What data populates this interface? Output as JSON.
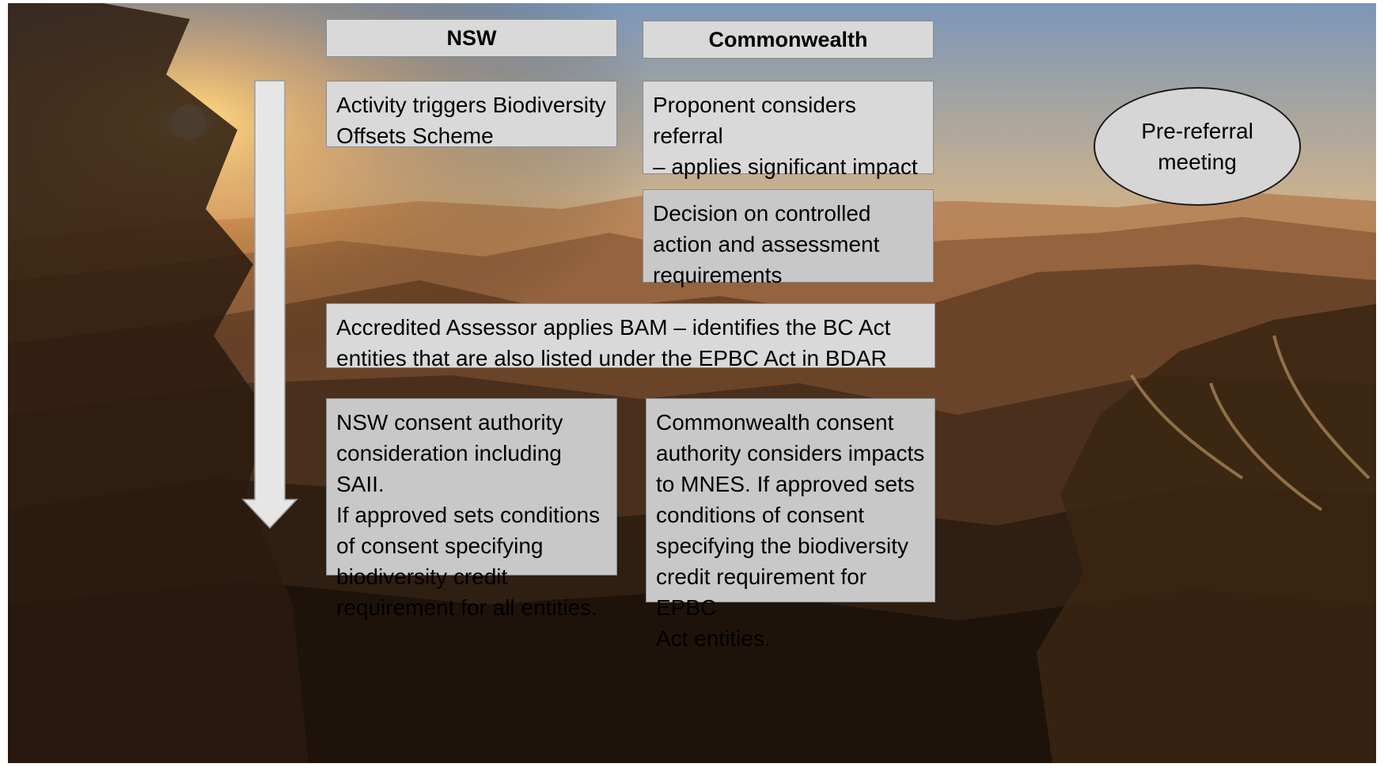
{
  "headers": {
    "nsw": "NSW",
    "commonwealth": "Commonwealth"
  },
  "boxes": {
    "nsw_trigger": "Activity triggers Biodiversity\nOffsets Scheme",
    "cw_referral": "Proponent considers referral\n– applies significant impact\nguidelines",
    "cw_decision": "Decision on controlled\naction and assessment\nrequirements",
    "assessor": "Accredited Assessor applies BAM – identifies the BC Act\nentities that are also listed under the EPBC Act in BDAR",
    "nsw_consent": "NSW consent authority\nconsideration including SAII.\nIf approved sets conditions\nof consent specifying\nbiodiversity credit\nrequirement for all entities.",
    "cw_consent": "Commonwealth consent\nauthority considers impacts\nto MNES. If approved sets\nconditions of consent\nspecifying the biodiversity\ncredit requirement for EPBC\nAct entities."
  },
  "ellipse": {
    "label": "Pre-referral\nmeeting"
  },
  "colors": {
    "box_light": "#d9d9d9",
    "box_mid": "#c8c8c8",
    "arrow": "#e6e6e6"
  }
}
